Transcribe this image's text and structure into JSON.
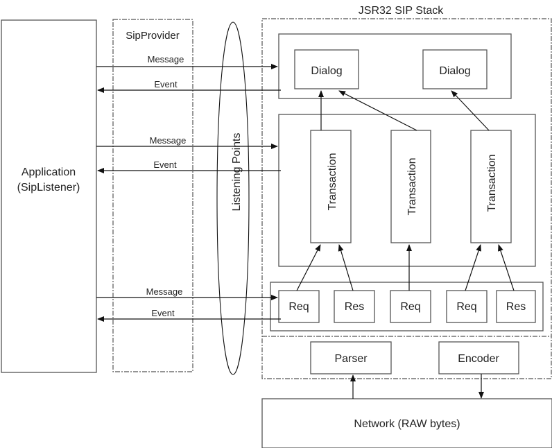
{
  "diagram": {
    "title": "JSR32 SIP Stack",
    "application": {
      "line1": "Application",
      "line2": "(SipListener)"
    },
    "sip_provider": "SipProvider",
    "listening_points": "Listening Points",
    "flows": [
      {
        "message": "Message",
        "event": "Event"
      },
      {
        "message": "Message",
        "event": "Event"
      },
      {
        "message": "Message",
        "event": "Event"
      }
    ],
    "dialogs": [
      "Dialog",
      "Dialog"
    ],
    "transactions": [
      "Transaction",
      "Transaction",
      "Transaction"
    ],
    "messages": [
      "Req",
      "Res",
      "Req",
      "Req",
      "Res"
    ],
    "parser": "Parser",
    "encoder": "Encoder",
    "network": "Network (RAW bytes)"
  }
}
